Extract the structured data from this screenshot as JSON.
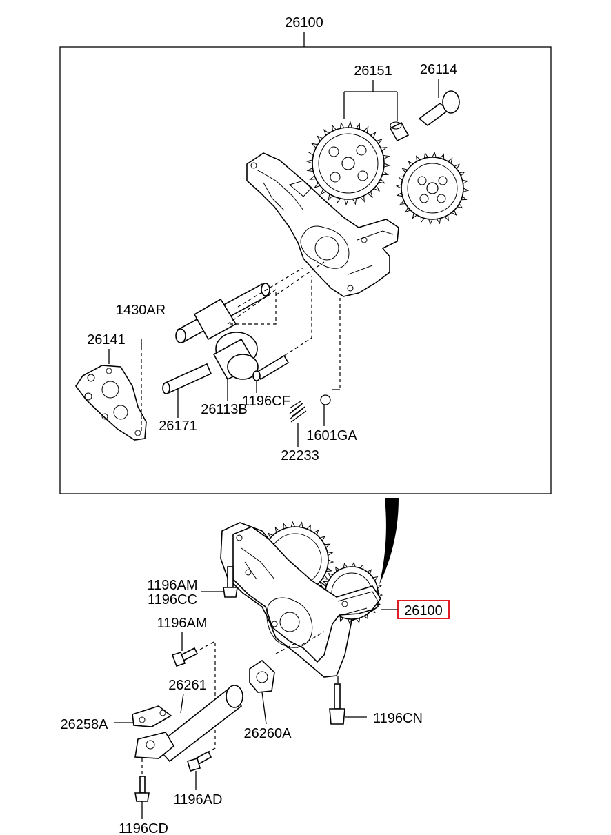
{
  "diagram": {
    "assembly_label": "26100",
    "detail_labels": {
      "gear_set": "26151",
      "pin": "26114",
      "pin_small": "1430AR",
      "cover": "26141",
      "shaft_drive": "26113B",
      "shaft": "26171",
      "bolt_cf": "1196CF",
      "spring": "22233",
      "ball": "1601GA"
    },
    "lower_labels": {
      "bolt_am_1": "1196AM",
      "bolt_cc": "1196CC",
      "bolt_am_2": "1196AM",
      "pipe": "26261",
      "gasket_a": "26258A",
      "gasket_b": "26260A",
      "bolt_cn": "1196CN",
      "bolt_ad": "1196AD",
      "bolt_cd": "1196CD",
      "assembly_highlight": "26100"
    },
    "colors": {
      "line": "#000000",
      "highlight": "#e11c24",
      "background": "#ffffff"
    }
  }
}
